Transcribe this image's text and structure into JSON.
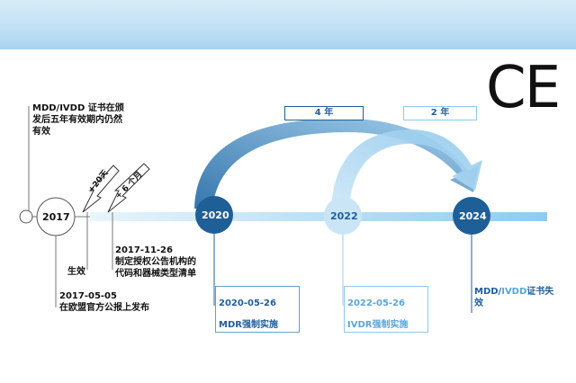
{
  "ce_mark": "CE",
  "colors": {
    "dark_blue": "#1f5f97",
    "light_blue": "#a9d6f2",
    "timeline": "#bfe2f7",
    "label_blue": "#1e5e9c"
  },
  "nodes": {
    "n2017": "2017",
    "n2020": "2020",
    "n2022": "2022",
    "n2024": "2024"
  },
  "durations": {
    "four_years": "4 年",
    "two_years": "2 年"
  },
  "arrows": {
    "plus_20_days": "+20天",
    "plus_6_months": "+ 6 个月"
  },
  "texts": {
    "mdd_ivdd_validity": "MDD/IVDD 证书在颁\n发后五年有效期内仍然\n有效",
    "effective": "生效",
    "pub_2017": "2017-05-05\n在欧盟官方公报上发布",
    "nb_2017": "2017-11-26\n制定授权公告机构的\n代码和器械类型清单",
    "mdr_date": "2020-05-26",
    "mdr_text": "MDR强制实施",
    "ivdr_date": "2022-05-26",
    "ivdr_text": "IVDR强制实施",
    "mdd_invalid_prefix": "MDD/",
    "mdd_invalid_ivdd": "IVDD",
    "mdd_invalid_suffix": "证书失\n效"
  }
}
